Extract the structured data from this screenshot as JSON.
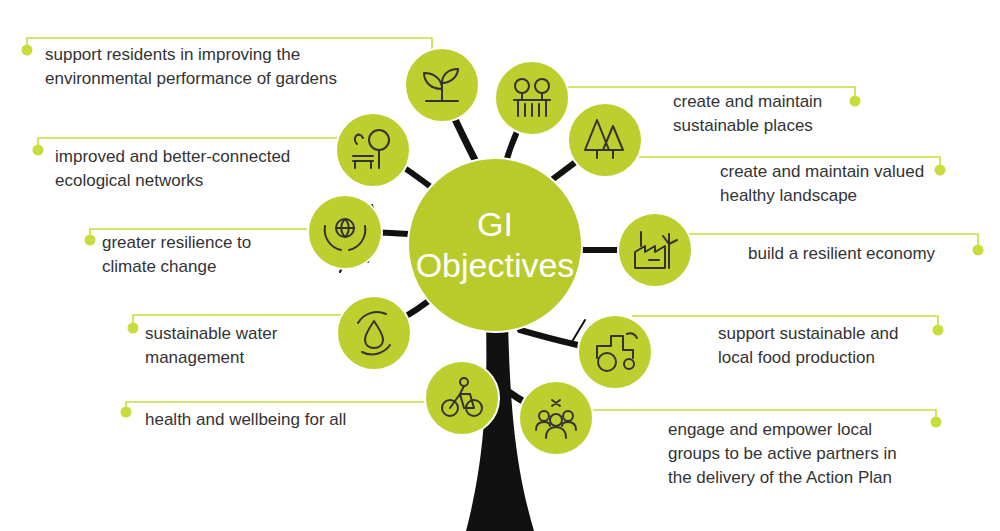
{
  "diagram": {
    "nodes": [
      {
        "text": [
          "GI Objectives"
        ]
      }
    ],
    "labels": [
      "support residents in improving the environmental performance of gardens",
      "create and maintain sustainable places",
      "improved and better-connected ecological networks",
      "create and maintain valued healthy landscape",
      "greater resilience to climate change",
      "build a resilient economy",
      "sustainable water management",
      "support sustainable and local food production",
      "health and wellbeing for all",
      "engage and empower local groups to be active partners in the delivery of the Action Plan"
    ]
  }
}
